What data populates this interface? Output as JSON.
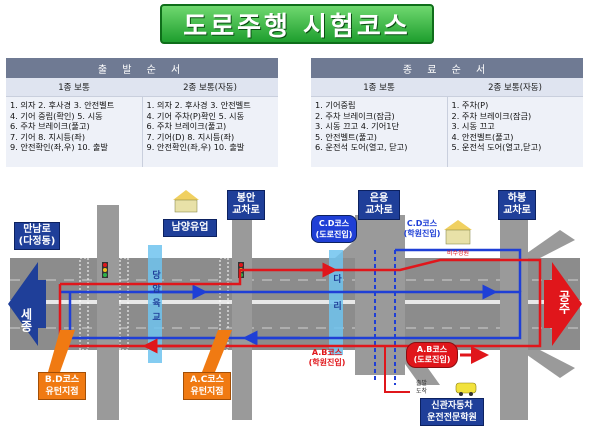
{
  "title": "도로주행 시험코스",
  "start_panel": {
    "heading": "출 발 순 서",
    "col1_header": "1종 보통",
    "col2_header": "2종 보통(자동)",
    "col1_lines": [
      "1. 의자  2. 후사경  3. 안전벨트",
      "4. 기어 중립(확인)   5. 시동",
      "6. 주차 브레이크(풀고)",
      "7. 기어   8. 지시등(좌)",
      "9. 안전확인(좌,우)  10. 출발"
    ],
    "col2_lines": [
      "1. 의자  2. 후사경  3. 안전벨트",
      "4. 기어 주차(P)확인  5. 시동",
      "6. 주차 브레이크(풀고)",
      "7. 기어(D)   8. 지시등(좌)",
      "9. 안전확인(좌,우)   10. 출발"
    ]
  },
  "end_panel": {
    "heading": "종 료 순 서",
    "col1_header": "1종 보통",
    "col2_header": "2종 보통(자동)",
    "col1_lines": [
      "1. 기어중립",
      "2. 주차 브레이크(잠금)",
      "3. 시동 끄고    4. 기어1단",
      "5. 안전벨트(풀고)",
      "6. 운전석 도어(열고, 닫고)"
    ],
    "col2_lines": [
      "1. 주차(P)",
      "2. 주차 브레이크(잠금)",
      "3. 시동 끄고",
      "4. 안전벨트(풀고)",
      "5. 운전석 도어(열고,닫고)"
    ]
  },
  "map": {
    "left_dest": "세종",
    "right_dest": "공주",
    "manam_line1": "만남로",
    "manam_line2": "(다정동)",
    "namyang_label": "남양유업",
    "bongan_line1": "봉안",
    "bongan_line2": "교차로",
    "eunyong_line1": "은용",
    "eunyong_line2": "교차로",
    "habong_line1": "하봉",
    "habong_line2": "교차로",
    "bridge_label": "당암육교",
    "underpass_label": "다리",
    "bd_uturn_line1": "B.D코스",
    "bd_uturn_line2": "유턴지점",
    "ac_uturn_line1": "A.C코스",
    "ac_uturn_line2": "유턴지점",
    "cd_left_line1": "C.D코스",
    "cd_left_line2": "(도로진입)",
    "cd_right_line1": "C.D코스",
    "cd_right_line2": "(학원진입)",
    "ab_school_line1": "A.B코스",
    "ab_school_line2": "(학원진입)",
    "ab_road_line1": "A.B코스",
    "ab_road_line2": "(도로진입)",
    "start_arrival_line1": "출발",
    "start_arrival_line2": "도착",
    "school_line1": "신관자동차",
    "school_line2": "운전전문학원",
    "building_sign": "비수정원"
  },
  "colors": {
    "road": "#8c8c8c",
    "route_red": "#e0161b",
    "route_blue": "#1f3fd6",
    "sign_blue": "#1f3f99",
    "orange": "#f07a12",
    "title_green": "#1e9e2e"
  }
}
